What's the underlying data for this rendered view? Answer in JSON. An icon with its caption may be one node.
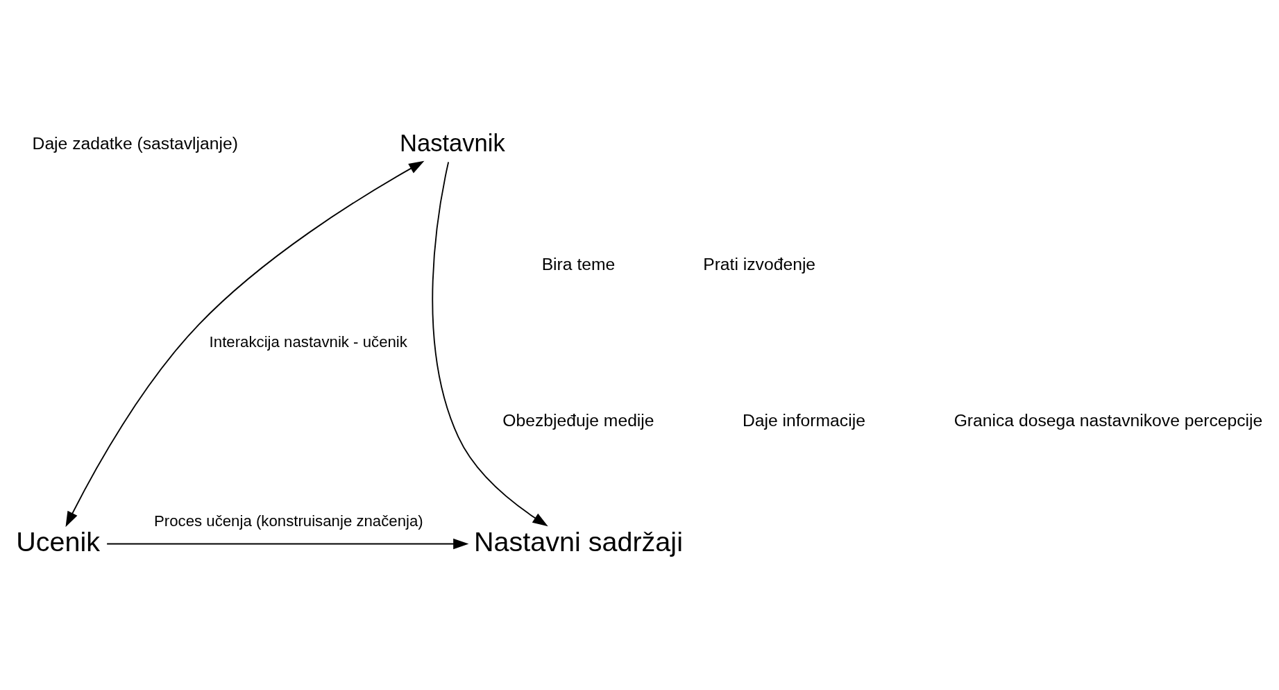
{
  "diagram": {
    "nodes": [
      {
        "text": [
          "Nastavnik"
        ]
      },
      {
        "text": [
          "Ucenik"
        ]
      },
      {
        "text": [
          "Nastavni sadržaji"
        ]
      }
    ],
    "edges": [
      {
        "from": 0,
        "to": 1,
        "arrow": "both",
        "label": "Interakcija nastavnik - učenik"
      },
      {
        "from": 0,
        "to": 2,
        "arrow": "to"
      },
      {
        "from": 1,
        "to": 2,
        "arrow": "to",
        "label": "Proces učenja (konstruisanje značenja)"
      }
    ],
    "labels": [
      "Daje zadatke (sastavljanje)",
      "Bira teme",
      "Obezbjeđuje medije",
      "Daje informacije",
      "Prati izvođenje",
      "Granica dosega nastavnikove percepcije"
    ]
  }
}
